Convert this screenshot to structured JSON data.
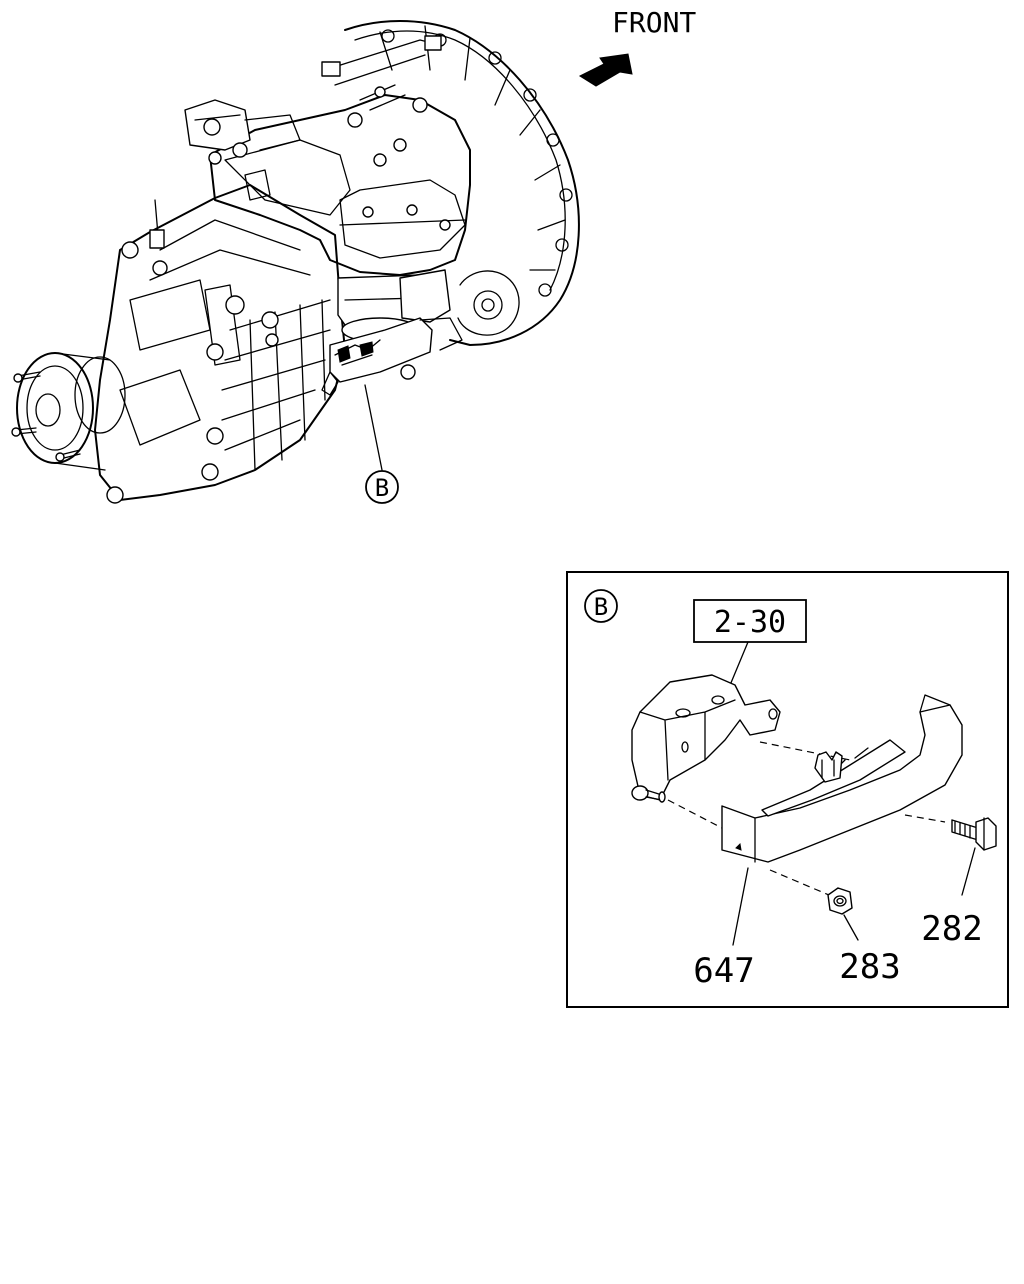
{
  "direction_label": "FRONT",
  "callout_main": "B",
  "detail": {
    "callout": "B",
    "reference_box": "2-30",
    "parts": {
      "bracket": "647",
      "nut": "283",
      "bolt": "282"
    }
  }
}
